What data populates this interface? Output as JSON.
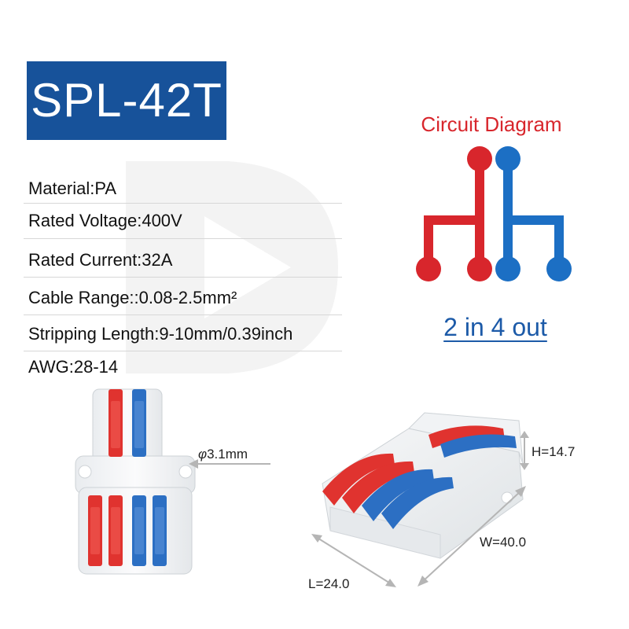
{
  "product": {
    "model": "SPL-42T"
  },
  "specs": [
    "Material:PA",
    "Rated Voltage:400V",
    "Rated Current:32A",
    "Cable Range::0.08-2.5mm²",
    "Stripping Length:9-10mm/0.39inch",
    "AWG:28-14"
  ],
  "circuit": {
    "title": "Circuit Diagram",
    "caption": "2 in 4 out"
  },
  "dimensions": {
    "diameter": "3.1mm",
    "diameter_symbol": "φ",
    "height": "H=14.7",
    "width": "W=40.0",
    "length": "L=24.0"
  },
  "colors": {
    "brand_blue": "#17529a",
    "red": "#d8262c",
    "blue": "#1c5aa8",
    "lever_red": "#e0332f",
    "lever_blue": "#2c6fc3"
  }
}
